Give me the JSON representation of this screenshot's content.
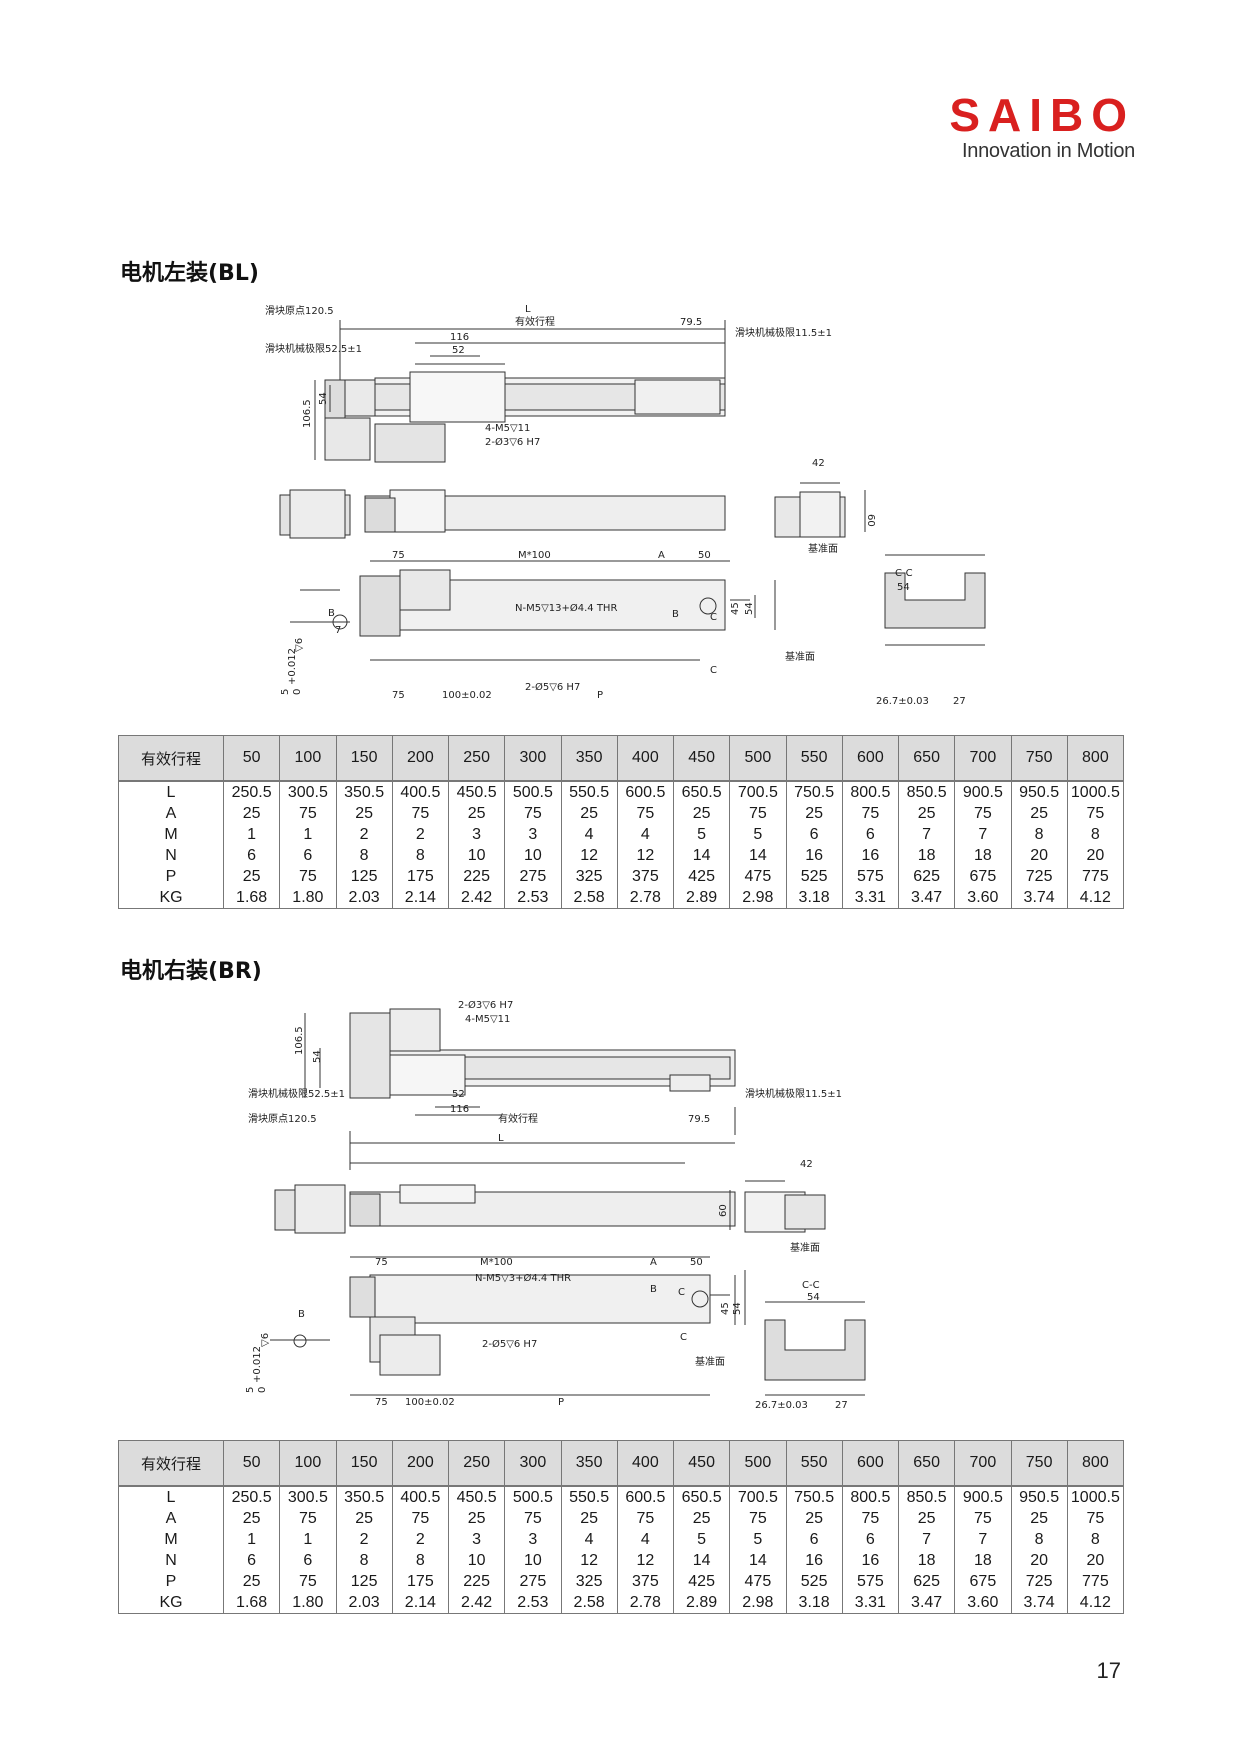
{
  "brand": {
    "logo_text": "SAIBO",
    "tagline": "Innovation in Motion",
    "color": "#d9201f"
  },
  "sections": [
    {
      "title": "电机左装(BL)",
      "drawing": {
        "labels": {
          "slider_origin": "滑块原点120.5",
          "slider_limit_left": "滑块机械极限52.5±1",
          "slider_limit_right": "滑块机械极限11.5±1",
          "stroke": "有效行程",
          "L": "L",
          "d79_5": "79.5",
          "d116": "116",
          "d52": "52",
          "d106_5": "106.5",
          "d54": "54",
          "holes_m5": "4-M5▽11",
          "holes_dowel": "2-Ø3▽6 H7",
          "d42": "42",
          "d60": "60",
          "datum": "基准面",
          "d75a": "75",
          "m100": "M*100",
          "A": "A",
          "d50": "50",
          "n_holes": "N-M5▽13+Ø4.4 THR",
          "B": "B",
          "C": "C",
          "d45": "45",
          "d54b": "54",
          "d7": "7",
          "tol": "+0.012",
          "tol0": "0",
          "d5": "5",
          "d6": "▽6",
          "d75b": "75",
          "pitch": "100±0.02",
          "dowel2": "2-Ø5▽6 H7",
          "P": "P",
          "cc": "C-C",
          "cc54": "54",
          "cc_datum": "基准面",
          "cc267": "26.7±0.03",
          "cc27": "27"
        }
      },
      "table": {
        "header_label": "有效行程",
        "columns": [
          "50",
          "100",
          "150",
          "200",
          "250",
          "300",
          "350",
          "400",
          "450",
          "500",
          "550",
          "600",
          "650",
          "700",
          "750",
          "800"
        ],
        "rows": [
          {
            "label": "L",
            "values": [
              "250.5",
              "300.5",
              "350.5",
              "400.5",
              "450.5",
              "500.5",
              "550.5",
              "600.5",
              "650.5",
              "700.5",
              "750.5",
              "800.5",
              "850.5",
              "900.5",
              "950.5",
              "1000.5"
            ]
          },
          {
            "label": "A",
            "values": [
              "25",
              "75",
              "25",
              "75",
              "25",
              "75",
              "25",
              "75",
              "25",
              "75",
              "25",
              "75",
              "25",
              "75",
              "25",
              "75"
            ]
          },
          {
            "label": "M",
            "values": [
              "1",
              "1",
              "2",
              "2",
              "3",
              "3",
              "4",
              "4",
              "5",
              "5",
              "6",
              "6",
              "7",
              "7",
              "8",
              "8"
            ]
          },
          {
            "label": "N",
            "values": [
              "6",
              "6",
              "8",
              "8",
              "10",
              "10",
              "12",
              "12",
              "14",
              "14",
              "16",
              "16",
              "18",
              "18",
              "20",
              "20"
            ]
          },
          {
            "label": "P",
            "values": [
              "25",
              "75",
              "125",
              "175",
              "225",
              "275",
              "325",
              "375",
              "425",
              "475",
              "525",
              "575",
              "625",
              "675",
              "725",
              "775"
            ]
          },
          {
            "label": "KG",
            "values": [
              "1.68",
              "1.80",
              "2.03",
              "2.14",
              "2.42",
              "2.53",
              "2.58",
              "2.78",
              "2.89",
              "2.98",
              "3.18",
              "3.31",
              "3.47",
              "3.60",
              "3.74",
              "4.12"
            ]
          }
        ]
      }
    },
    {
      "title": "电机右装(BR)",
      "drawing": {
        "labels": {
          "slider_origin": "滑块原点120.5",
          "slider_limit_left": "滑块机械极限52.5±1",
          "slider_limit_right": "滑块机械极限11.5±1",
          "stroke": "有效行程",
          "L": "L",
          "d79_5": "79.5",
          "d116": "116",
          "d52": "52",
          "d106_5": "106.5",
          "d54": "54",
          "holes_m5": "4-M5▽11",
          "holes_dowel": "2-Ø3▽6 H7",
          "d42": "42",
          "d60": "60",
          "datum": "基准面",
          "d75a": "75",
          "m100": "M*100",
          "A": "A",
          "d50": "50",
          "n_holes": "N-M5▽3+Ø4.4 THR",
          "B": "B",
          "C": "C",
          "d45": "45",
          "d54b": "54",
          "tol": "+0.012",
          "tol0": "0",
          "d5": "5",
          "d6": "▽6",
          "d75b": "75",
          "pitch": "100±0.02",
          "dowel2": "2-Ø5▽6 H7",
          "P": "P",
          "cc": "C-C",
          "cc54": "54",
          "cc_datum": "基准面",
          "cc267": "26.7±0.03",
          "cc27": "27"
        }
      },
      "table": {
        "header_label": "有效行程",
        "columns": [
          "50",
          "100",
          "150",
          "200",
          "250",
          "300",
          "350",
          "400",
          "450",
          "500",
          "550",
          "600",
          "650",
          "700",
          "750",
          "800"
        ],
        "rows": [
          {
            "label": "L",
            "values": [
              "250.5",
              "300.5",
              "350.5",
              "400.5",
              "450.5",
              "500.5",
              "550.5",
              "600.5",
              "650.5",
              "700.5",
              "750.5",
              "800.5",
              "850.5",
              "900.5",
              "950.5",
              "1000.5"
            ]
          },
          {
            "label": "A",
            "values": [
              "25",
              "75",
              "25",
              "75",
              "25",
              "75",
              "25",
              "75",
              "25",
              "75",
              "25",
              "75",
              "25",
              "75",
              "25",
              "75"
            ]
          },
          {
            "label": "M",
            "values": [
              "1",
              "1",
              "2",
              "2",
              "3",
              "3",
              "4",
              "4",
              "5",
              "5",
              "6",
              "6",
              "7",
              "7",
              "8",
              "8"
            ]
          },
          {
            "label": "N",
            "values": [
              "6",
              "6",
              "8",
              "8",
              "10",
              "10",
              "12",
              "12",
              "14",
              "14",
              "16",
              "16",
              "18",
              "18",
              "20",
              "20"
            ]
          },
          {
            "label": "P",
            "values": [
              "25",
              "75",
              "125",
              "175",
              "225",
              "275",
              "325",
              "375",
              "425",
              "475",
              "525",
              "575",
              "625",
              "675",
              "725",
              "775"
            ]
          },
          {
            "label": "KG",
            "values": [
              "1.68",
              "1.80",
              "2.03",
              "2.14",
              "2.42",
              "2.53",
              "2.58",
              "2.78",
              "2.89",
              "2.98",
              "3.18",
              "3.31",
              "3.47",
              "3.60",
              "3.74",
              "4.12"
            ]
          }
        ]
      }
    }
  ],
  "page_number": "17"
}
